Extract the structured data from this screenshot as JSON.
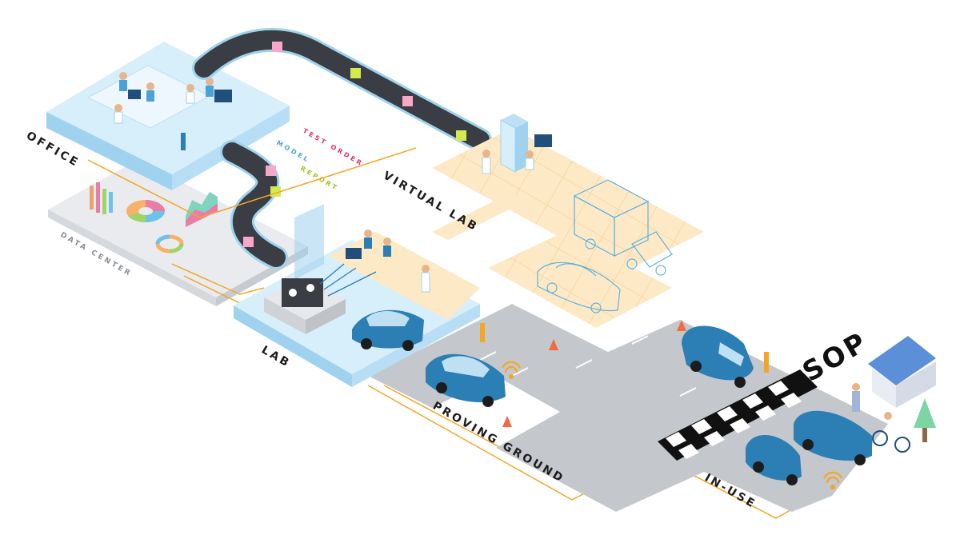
{
  "labels": {
    "office": "OFFICE",
    "data_center": "DATA CENTER",
    "virtual_lab": "VIRTUAL LAB",
    "lab": "LAB",
    "proving_ground": "PROVING GROUND",
    "in_use": "IN-USE",
    "sop": "SOP",
    "model": "MODEL",
    "test_order": "TEST ORDER",
    "report": "REPORT"
  },
  "colors": {
    "ice": "#cfe9f8",
    "ice_edge": "#9fd2ef",
    "belt": "#3a3d44",
    "road": "#bfc3c8",
    "grid_floor": "#fde9c6",
    "grid_line": "#f4c98a",
    "accent_orange": "#f5a524",
    "car_blue": "#2b7fb5",
    "car_light": "#5db3e0",
    "model_text": "#4aa3d6",
    "test_order_text": "#e0306e",
    "report_text": "#9bc41a",
    "cube_pink": "#f7a8c8",
    "cube_green": "#d4ea4e",
    "text_dark": "#1c1c1c",
    "text_grey": "#8a8f96"
  },
  "icons": [
    "server-rack-icon",
    "bar-chart-icon",
    "donut-chart-icon",
    "area-chart-icon",
    "wifi-icon",
    "traffic-cone-icon",
    "house-icon",
    "tree-icon"
  ]
}
